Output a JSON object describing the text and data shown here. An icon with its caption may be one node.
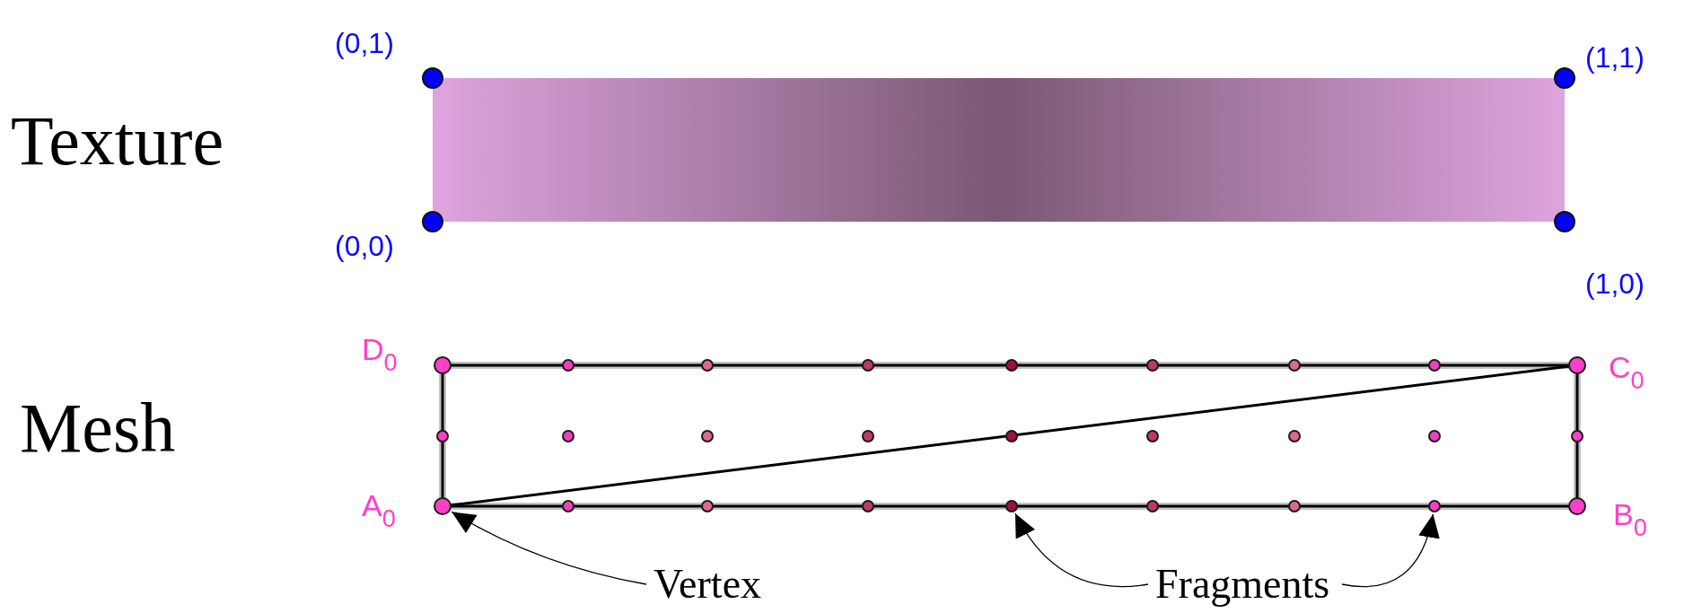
{
  "diagram": {
    "nodes": [
      {
        "text": [],
        "shape": "circle"
      },
      {
        "text": [],
        "shape": "circle"
      },
      {
        "text": [],
        "shape": "circle"
      },
      {
        "text": [
          "Vertex"
        ]
      },
      {
        "text": [
          "Fragments"
        ]
      }
    ],
    "edges": [
      {
        "from": 3,
        "to": 0,
        "arrow": "to"
      },
      {
        "from": 4,
        "to": 1,
        "arrow": "to"
      },
      {
        "from": 4,
        "to": 2,
        "arrow": "to"
      }
    ],
    "labels": [
      "(0,1)",
      "(1,1)",
      "Texture",
      "(0,0)",
      "(1,0)",
      "D$_{0}$",
      "C$_{0}$",
      "Mesh",
      "A$_{0}$",
      "B$_{0}$"
    ]
  }
}
